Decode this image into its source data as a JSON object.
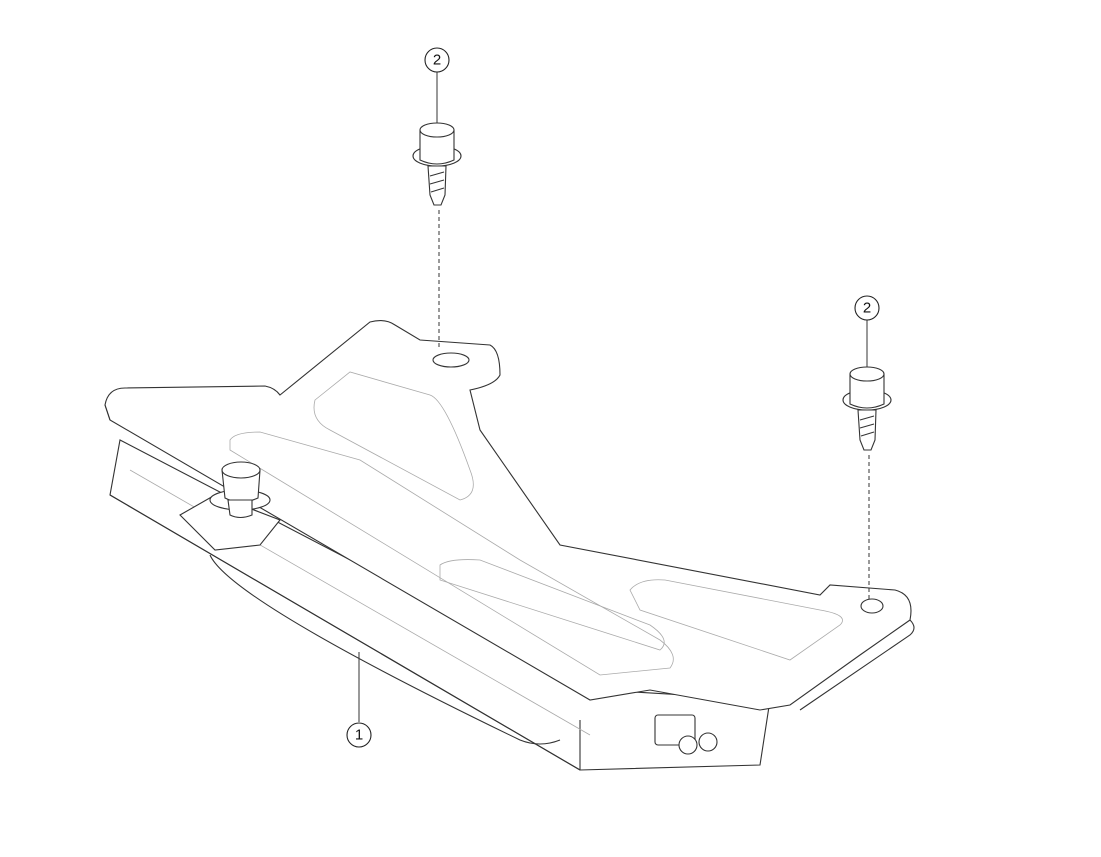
{
  "diagram": {
    "type": "exploded-parts-view",
    "callouts": [
      {
        "id": "callout-bolt-left",
        "label": "2"
      },
      {
        "id": "callout-bolt-right",
        "label": "2"
      },
      {
        "id": "callout-bracket",
        "label": "1"
      }
    ],
    "line_color": "#333333",
    "background": "#ffffff"
  }
}
